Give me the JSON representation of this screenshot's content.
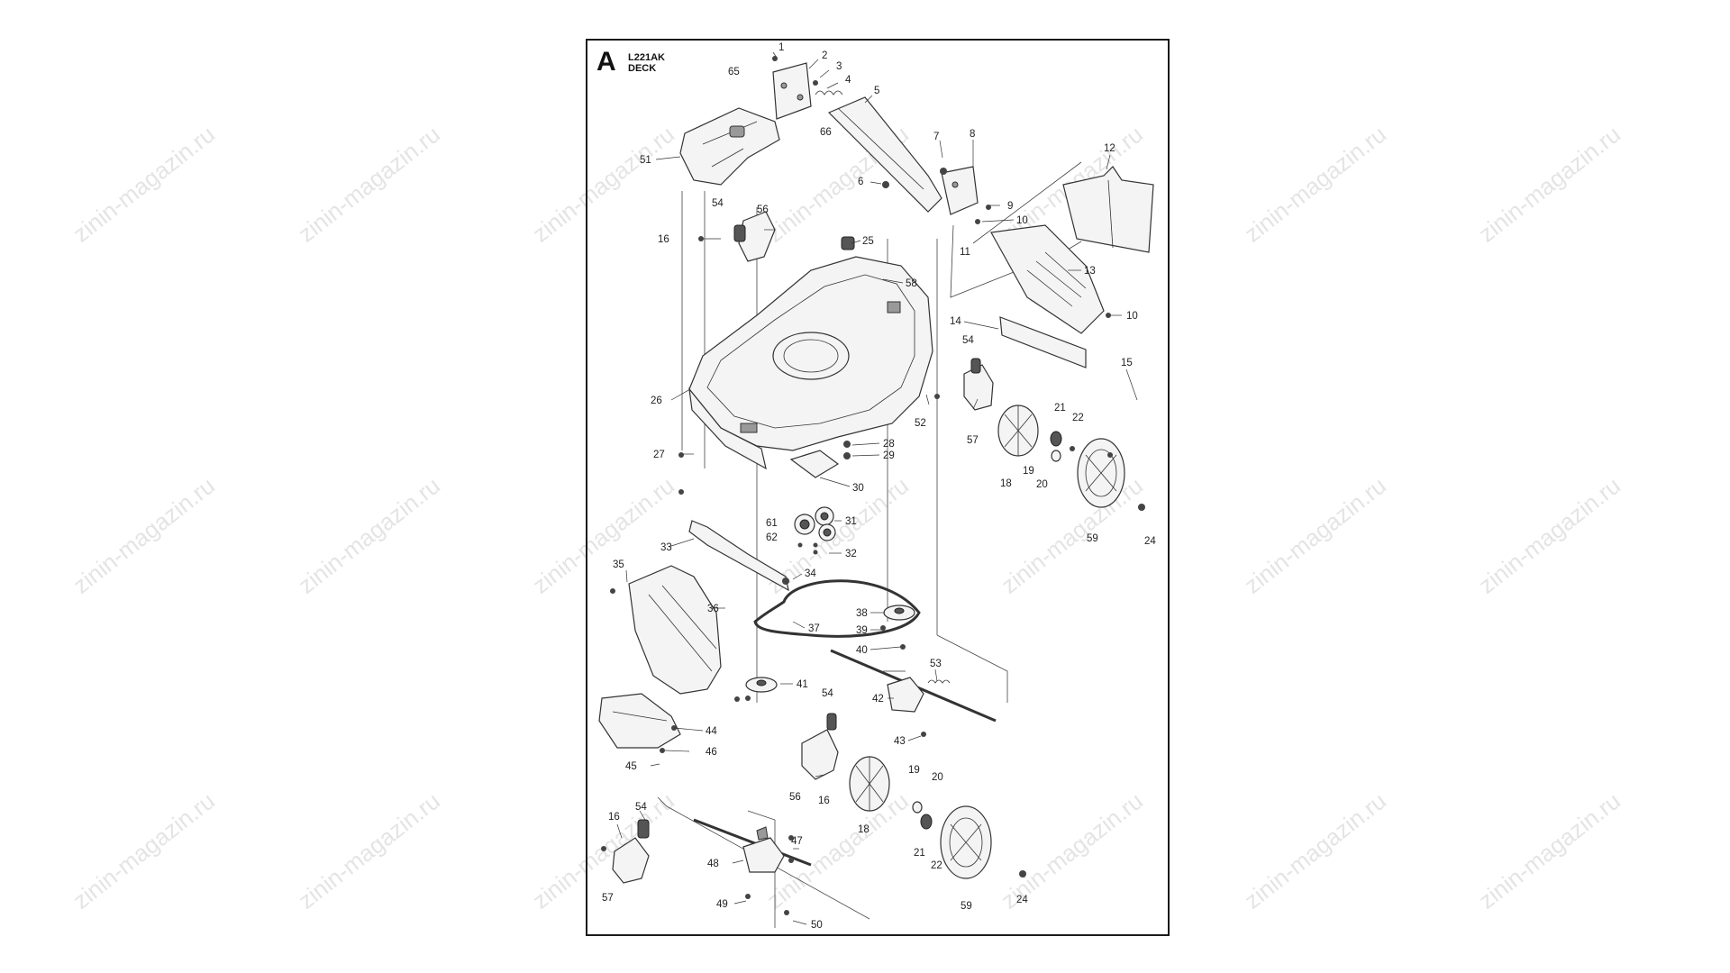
{
  "section": {
    "letter": "A",
    "model": "L221AK",
    "name": "DECK"
  },
  "watermark": "zinin-magazin.ru",
  "parts": {
    "p1": "1",
    "p2": "2",
    "p3": "3",
    "p4": "4",
    "p5": "5",
    "p6": "6",
    "p7": "7",
    "p8": "8",
    "p9": "9",
    "p10a": "10",
    "p10b": "10",
    "p11": "11",
    "p12": "12",
    "p13": "13",
    "p14": "14",
    "p15": "15",
    "p16a": "16",
    "p16b": "16",
    "p16c": "16",
    "p18a": "18",
    "p18b": "18",
    "p19a": "19",
    "p19b": "19",
    "p20a": "20",
    "p20b": "20",
    "p21a": "21",
    "p21b": "21",
    "p22a": "22",
    "p22b": "22",
    "p24a": "24",
    "p24b": "24",
    "p25": "25",
    "p26": "26",
    "p27": "27",
    "p28": "28",
    "p29": "29",
    "p30": "30",
    "p31": "31",
    "p32": "32",
    "p33": "33",
    "p34": "34",
    "p35": "35",
    "p36": "36",
    "p37": "37",
    "p38": "38",
    "p39": "39",
    "p40": "40",
    "p41": "41",
    "p42": "42",
    "p43": "43",
    "p44": "44",
    "p45": "45",
    "p46": "46",
    "p47": "47",
    "p48": "48",
    "p49": "49",
    "p50": "50",
    "p51": "51",
    "p52": "52",
    "p53": "53",
    "p54a": "54",
    "p54b": "54",
    "p54c": "54",
    "p54d": "54",
    "p56a": "56",
    "p56b": "56",
    "p57a": "57",
    "p57b": "57",
    "p58": "58",
    "p59a": "59",
    "p59b": "59",
    "p61": "61",
    "p62": "62",
    "p65": "65",
    "p66": "66"
  }
}
